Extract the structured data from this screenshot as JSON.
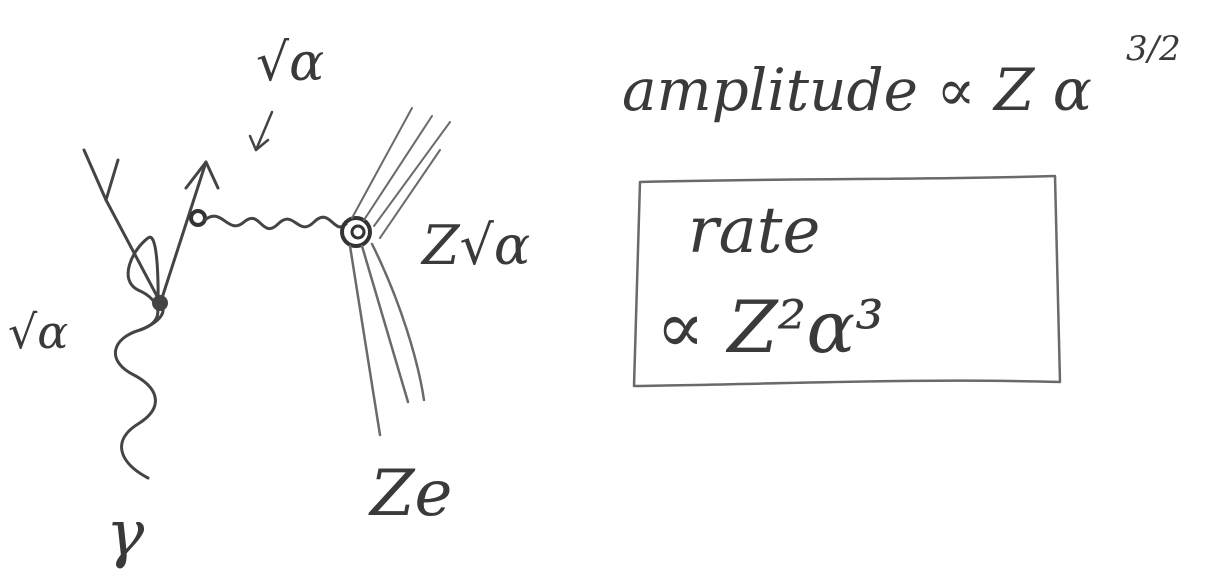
{
  "labels": {
    "top_vertex": "√α",
    "left_vertex": "√α",
    "nucleus_vertex": "Z√α",
    "photon": "γ",
    "nucleus": "Ze"
  },
  "amplitude": {
    "prefix": "amplitude ∝ Z α",
    "exponent": "3/2"
  },
  "rate_box": {
    "title": "rate",
    "expression": "∝ Z²α³"
  },
  "colors": {
    "ink": "#3a3a3a",
    "pencil": "#444444",
    "background": "#ffffff"
  }
}
